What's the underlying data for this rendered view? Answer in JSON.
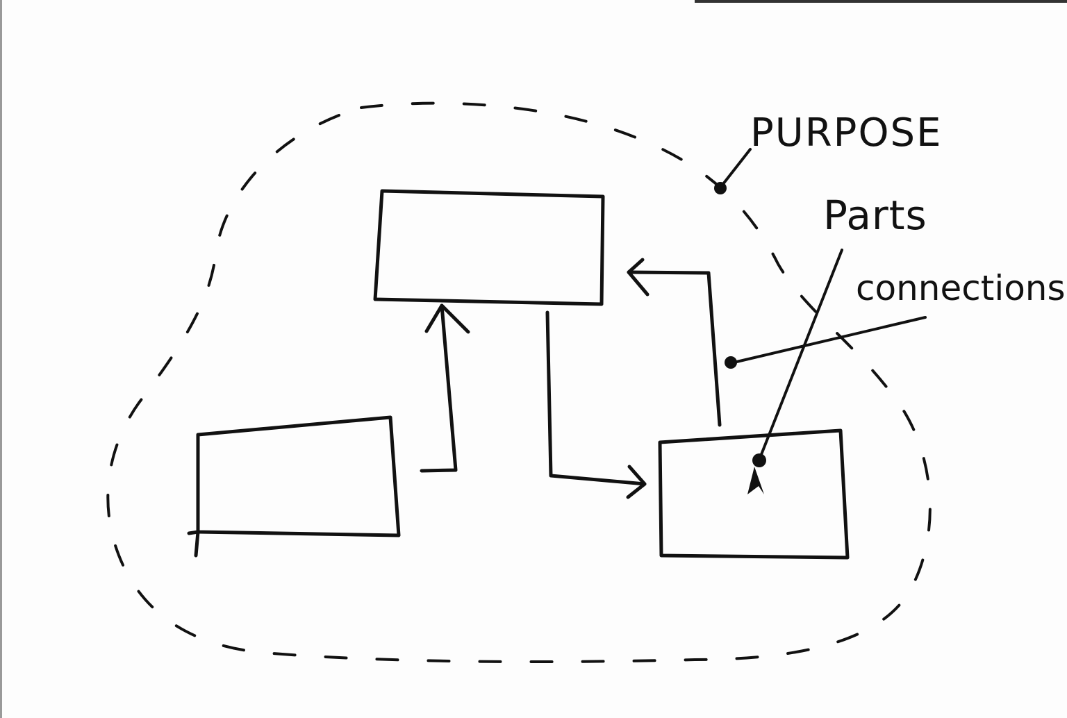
{
  "diagram": {
    "labels": {
      "purpose": "PURPOSE",
      "parts": "Parts",
      "connections": "connections"
    },
    "colors": {
      "ink": "#111111",
      "paper": "#fdfdfd"
    },
    "parts": [
      {
        "id": "top-box"
      },
      {
        "id": "left-box"
      },
      {
        "id": "right-box"
      }
    ],
    "connections": [
      {
        "from": "left-box",
        "to": "top-box"
      },
      {
        "from": "top-box",
        "to": "right-box"
      },
      {
        "from": "right-box",
        "to": "top-box"
      }
    ]
  }
}
